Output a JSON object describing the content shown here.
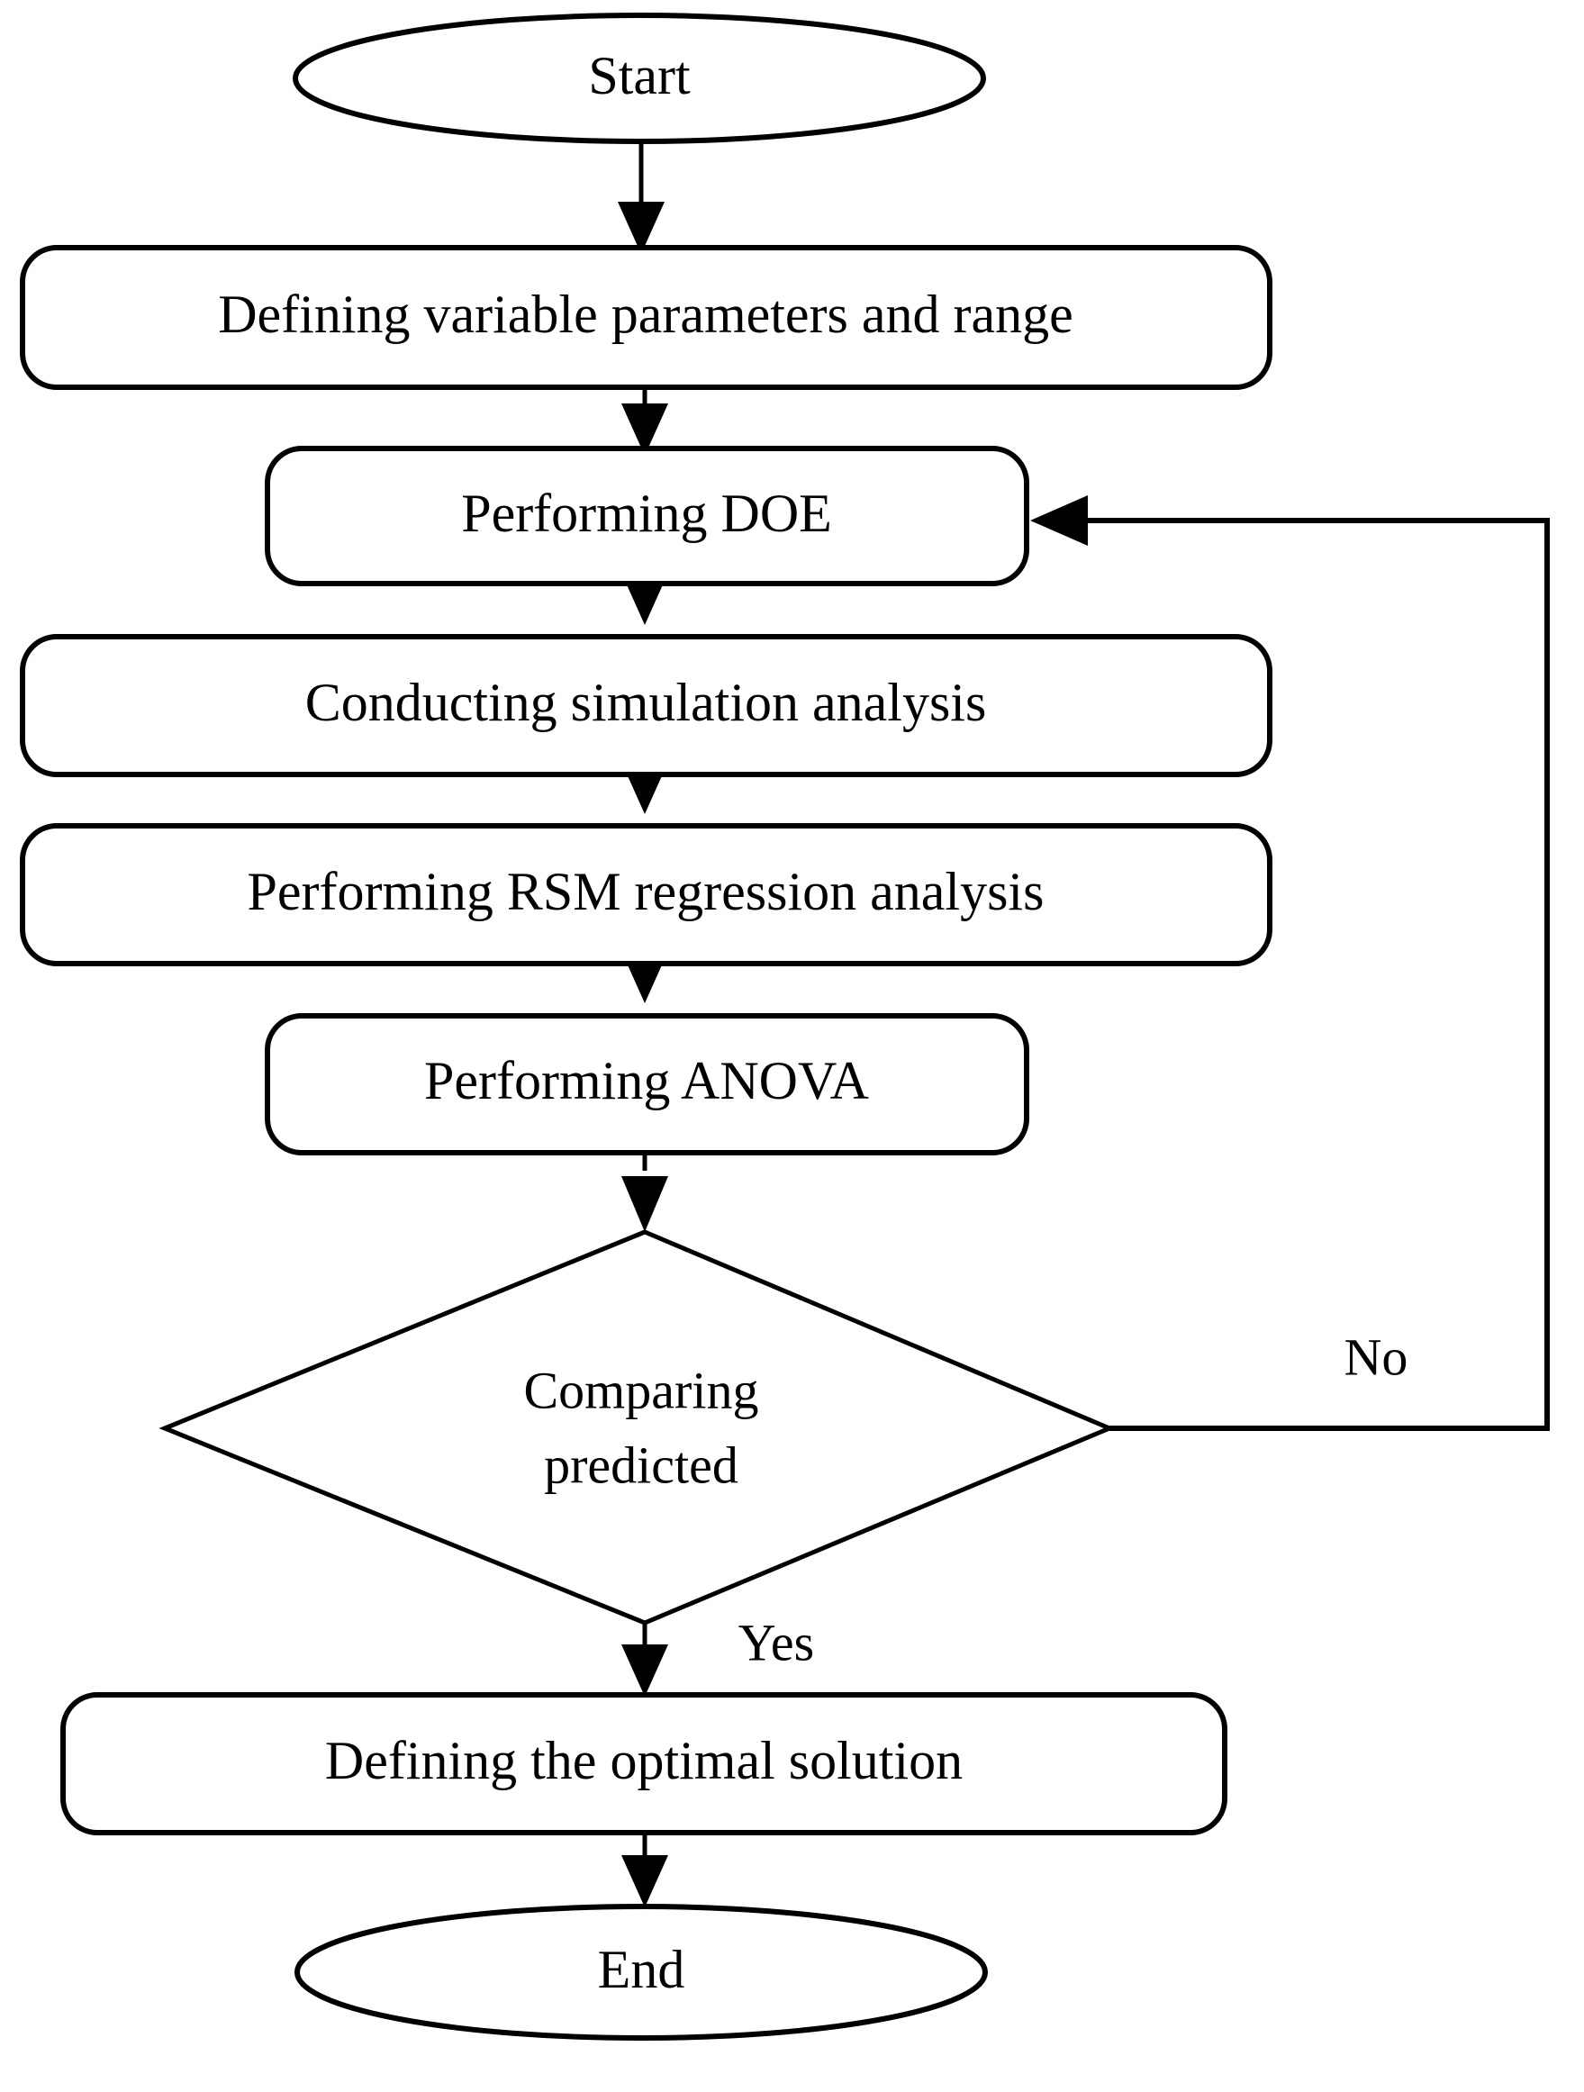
{
  "diagram": {
    "title": "RSM optimization flowchart",
    "type": "flowchart",
    "background_color": "#ffffff",
    "line_color": "#000000",
    "fill_color": "#ffffff"
  },
  "nodes": [
    {
      "id": "start",
      "shape": "ellipse",
      "label": "Start"
    },
    {
      "id": "define-params",
      "shape": "rounded-rect",
      "label": "Defining variable parameters and range"
    },
    {
      "id": "perform-doe",
      "shape": "rounded-rect",
      "label": "Performing DOE"
    },
    {
      "id": "conduct-simulation",
      "shape": "rounded-rect",
      "label": "Conducting simulation analysis"
    },
    {
      "id": "rsm-regression",
      "shape": "rounded-rect",
      "label": "Performing RSM regression analysis"
    },
    {
      "id": "perform-anova",
      "shape": "rounded-rect",
      "label": "Performing ANOVA"
    },
    {
      "id": "comparing-decision",
      "shape": "diamond",
      "label_line1": "Comparing",
      "label_line2": "predicted"
    },
    {
      "id": "optimal-solution",
      "shape": "rounded-rect",
      "label": "Defining the optimal solution"
    },
    {
      "id": "end",
      "shape": "ellipse",
      "label": "End"
    }
  ],
  "edges": [
    {
      "id": "start-to-define",
      "from": "start",
      "to": "define-params",
      "label": ""
    },
    {
      "id": "define-to-doe",
      "from": "define-params",
      "to": "perform-doe",
      "label": ""
    },
    {
      "id": "doe-to-simulation",
      "from": "perform-doe",
      "to": "conduct-simulation",
      "label": ""
    },
    {
      "id": "simulation-to-rsm",
      "from": "conduct-simulation",
      "to": "rsm-regression",
      "label": ""
    },
    {
      "id": "rsm-to-anova",
      "from": "rsm-regression",
      "to": "perform-anova",
      "label": ""
    },
    {
      "id": "anova-to-decision",
      "from": "perform-anova",
      "to": "comparing-decision",
      "label": ""
    },
    {
      "id": "decision-no-feedback",
      "from": "comparing-decision",
      "to": "perform-doe",
      "label": "No"
    },
    {
      "id": "decision-yes",
      "from": "comparing-decision",
      "to": "optimal-solution",
      "label": "Yes"
    },
    {
      "id": "optimal-to-end",
      "from": "optimal-solution",
      "to": "end",
      "label": ""
    }
  ],
  "edge_labels": {
    "no": "No",
    "yes": "Yes"
  }
}
